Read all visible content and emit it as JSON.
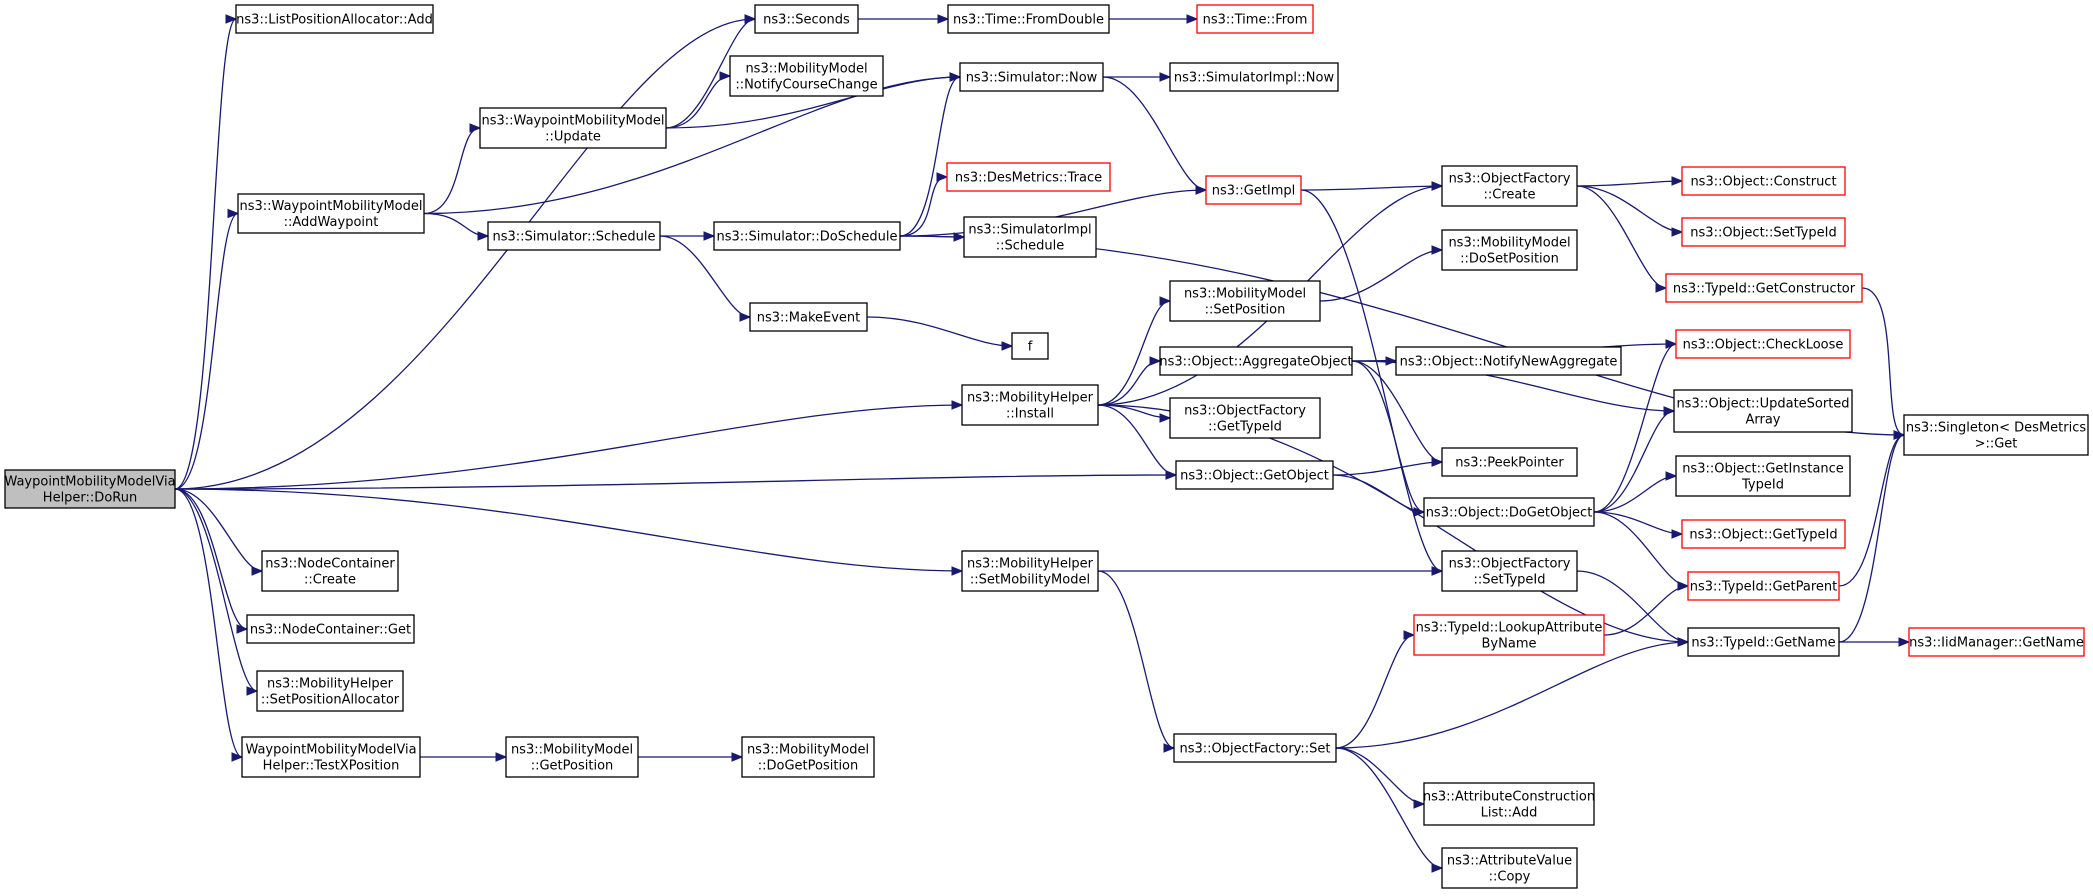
{
  "diagram": {
    "nodes": [
      {
        "id": "doRun",
        "lines": [
          "WaypointMobilityModelVia",
          "Helper::DoRun"
        ],
        "root": true
      },
      {
        "id": "listPosAdd",
        "lines": [
          "ns3::ListPositionAllocator::Add"
        ]
      },
      {
        "id": "seconds",
        "lines": [
          "ns3::Seconds"
        ]
      },
      {
        "id": "fromDouble",
        "lines": [
          "ns3::Time::FromDouble"
        ]
      },
      {
        "id": "timeFrom",
        "lines": [
          "ns3::Time::From"
        ],
        "red": true
      },
      {
        "id": "notifyCourse",
        "lines": [
          "ns3::MobilityModel",
          "::NotifyCourseChange"
        ]
      },
      {
        "id": "wpUpdate",
        "lines": [
          "ns3::WaypointMobilityModel",
          "::Update"
        ]
      },
      {
        "id": "simNow",
        "lines": [
          "ns3::Simulator::Now"
        ]
      },
      {
        "id": "implNow",
        "lines": [
          "ns3::SimulatorImpl::Now"
        ]
      },
      {
        "id": "addWaypoint",
        "lines": [
          "ns3::WaypointMobilityModel",
          "::AddWaypoint"
        ]
      },
      {
        "id": "desTrace",
        "lines": [
          "ns3::DesMetrics::Trace"
        ],
        "red": true
      },
      {
        "id": "getImpl",
        "lines": [
          "ns3::GetImpl"
        ],
        "red": true
      },
      {
        "id": "ofCreate",
        "lines": [
          "ns3::ObjectFactory",
          "::Create"
        ]
      },
      {
        "id": "objConstruct",
        "lines": [
          "ns3::Object::Construct"
        ],
        "red": true
      },
      {
        "id": "simSchedule",
        "lines": [
          "ns3::Simulator::Schedule"
        ]
      },
      {
        "id": "doSchedule",
        "lines": [
          "ns3::Simulator::DoSchedule"
        ]
      },
      {
        "id": "implSchedule",
        "lines": [
          "ns3::SimulatorImpl",
          "::Schedule"
        ]
      },
      {
        "id": "setTypeIdObj",
        "lines": [
          "ns3::Object::SetTypeId"
        ],
        "red": true
      },
      {
        "id": "doSetPosition",
        "lines": [
          "ns3::MobilityModel",
          "::DoSetPosition"
        ]
      },
      {
        "id": "getConstructor",
        "lines": [
          "ns3::TypeId::GetConstructor"
        ],
        "red": true
      },
      {
        "id": "setPosition",
        "lines": [
          "ns3::MobilityModel",
          "::SetPosition"
        ]
      },
      {
        "id": "makeEvent",
        "lines": [
          "ns3::MakeEvent"
        ]
      },
      {
        "id": "f",
        "lines": [
          "f"
        ]
      },
      {
        "id": "checkLoose",
        "lines": [
          "ns3::Object::CheckLoose"
        ],
        "red": true
      },
      {
        "id": "aggregate",
        "lines": [
          "ns3::Object::AggregateObject"
        ]
      },
      {
        "id": "notifyNewAgg",
        "lines": [
          "ns3::Object::NotifyNewAggregate"
        ]
      },
      {
        "id": "mhInstall",
        "lines": [
          "ns3::MobilityHelper",
          "::Install"
        ]
      },
      {
        "id": "updateSorted",
        "lines": [
          "ns3::Object::UpdateSorted",
          "Array"
        ]
      },
      {
        "id": "ofGetTypeId",
        "lines": [
          "ns3::ObjectFactory",
          "::GetTypeId"
        ]
      },
      {
        "id": "singletonGet",
        "lines": [
          "ns3::Singleton< DesMetrics",
          "  >::Get"
        ]
      },
      {
        "id": "getObject",
        "lines": [
          "ns3::Object::GetObject"
        ]
      },
      {
        "id": "peekPointer",
        "lines": [
          "ns3::PeekPointer"
        ]
      },
      {
        "id": "getInstanceTypeId",
        "lines": [
          "ns3::Object::GetInstance",
          "TypeId"
        ]
      },
      {
        "id": "doGetObject",
        "lines": [
          "ns3::Object::DoGetObject"
        ]
      },
      {
        "id": "objGetTypeId",
        "lines": [
          "ns3::Object::GetTypeId"
        ],
        "red": true
      },
      {
        "id": "ncCreate",
        "lines": [
          "ns3::NodeContainer",
          "::Create"
        ]
      },
      {
        "id": "mhSetMobility",
        "lines": [
          "ns3::MobilityHelper",
          "::SetMobilityModel"
        ]
      },
      {
        "id": "ofSetTypeId",
        "lines": [
          "ns3::ObjectFactory",
          "::SetTypeId"
        ]
      },
      {
        "id": "getParent",
        "lines": [
          "ns3::TypeId::GetParent"
        ],
        "red": true
      },
      {
        "id": "ncGet",
        "lines": [
          "ns3::NodeContainer::Get"
        ]
      },
      {
        "id": "lookupAttr",
        "lines": [
          "ns3::TypeId::LookupAttribute",
          "ByName"
        ],
        "red": true
      },
      {
        "id": "tidGetName",
        "lines": [
          "ns3::TypeId::GetName"
        ]
      },
      {
        "id": "iidGetName",
        "lines": [
          "ns3::IidManager::GetName"
        ],
        "red": true
      },
      {
        "id": "mhSetPosAlloc",
        "lines": [
          "ns3::MobilityHelper",
          "::SetPositionAllocator"
        ]
      },
      {
        "id": "testX",
        "lines": [
          "WaypointMobilityModelVia",
          "Helper::TestXPosition"
        ]
      },
      {
        "id": "mmGetPosition",
        "lines": [
          "ns3::MobilityModel",
          "::GetPosition"
        ]
      },
      {
        "id": "mmDoGetPosition",
        "lines": [
          "ns3::MobilityModel",
          "::DoGetPosition"
        ]
      },
      {
        "id": "ofSet",
        "lines": [
          "ns3::ObjectFactory::Set"
        ]
      },
      {
        "id": "acListAdd",
        "lines": [
          "ns3::AttributeConstruction",
          "List::Add"
        ]
      },
      {
        "id": "avCopy",
        "lines": [
          "ns3::AttributeValue",
          "::Copy"
        ]
      }
    ],
    "edges": [
      [
        "doRun",
        "listPosAdd"
      ],
      [
        "doRun",
        "seconds"
      ],
      [
        "doRun",
        "addWaypoint"
      ],
      [
        "doRun",
        "mhInstall"
      ],
      [
        "doRun",
        "getObject"
      ],
      [
        "doRun",
        "mhSetMobility"
      ],
      [
        "doRun",
        "ncCreate"
      ],
      [
        "doRun",
        "ncGet"
      ],
      [
        "doRun",
        "mhSetPosAlloc"
      ],
      [
        "doRun",
        "testX"
      ],
      [
        "seconds",
        "fromDouble"
      ],
      [
        "fromDouble",
        "timeFrom"
      ],
      [
        "wpUpdate",
        "seconds"
      ],
      [
        "wpUpdate",
        "notifyCourse"
      ],
      [
        "wpUpdate",
        "simNow"
      ],
      [
        "addWaypoint",
        "wpUpdate"
      ],
      [
        "addWaypoint",
        "simNow"
      ],
      [
        "addWaypoint",
        "simSchedule"
      ],
      [
        "simSchedule",
        "doSchedule"
      ],
      [
        "simSchedule",
        "makeEvent"
      ],
      [
        "doSchedule",
        "simNow"
      ],
      [
        "doSchedule",
        "singletonGet"
      ],
      [
        "doSchedule",
        "desTrace"
      ],
      [
        "doSchedule",
        "implSchedule"
      ],
      [
        "doSchedule",
        "getImpl"
      ],
      [
        "simNow",
        "implNow"
      ],
      [
        "simNow",
        "getImpl"
      ],
      [
        "getImpl",
        "ofCreate"
      ],
      [
        "getImpl",
        "ofSetTypeId"
      ],
      [
        "ofCreate",
        "objConstruct"
      ],
      [
        "ofCreate",
        "setTypeIdObj"
      ],
      [
        "ofCreate",
        "getConstructor"
      ],
      [
        "getConstructor",
        "singletonGet"
      ],
      [
        "makeEvent",
        "f"
      ],
      [
        "mhInstall",
        "ofCreate"
      ],
      [
        "mhInstall",
        "setPosition"
      ],
      [
        "mhInstall",
        "aggregate"
      ],
      [
        "mhInstall",
        "ofGetTypeId"
      ],
      [
        "mhInstall",
        "getObject"
      ],
      [
        "mhInstall",
        "tidGetName"
      ],
      [
        "setPosition",
        "doSetPosition"
      ],
      [
        "aggregate",
        "checkLoose"
      ],
      [
        "aggregate",
        "notifyNewAgg"
      ],
      [
        "aggregate",
        "updateSorted"
      ],
      [
        "aggregate",
        "peekPointer"
      ],
      [
        "aggregate",
        "doGetObject"
      ],
      [
        "getObject",
        "peekPointer"
      ],
      [
        "getObject",
        "doGetObject"
      ],
      [
        "doGetObject",
        "checkLoose"
      ],
      [
        "doGetObject",
        "updateSorted"
      ],
      [
        "doGetObject",
        "getInstanceTypeId"
      ],
      [
        "doGetObject",
        "objGetTypeId"
      ],
      [
        "doGetObject",
        "getParent"
      ],
      [
        "mhSetMobility",
        "ofSetTypeId"
      ],
      [
        "mhSetMobility",
        "ofSet"
      ],
      [
        "ofSetTypeId",
        "tidGetName"
      ],
      [
        "getParent",
        "singletonGet"
      ],
      [
        "lookupAttr",
        "getParent"
      ],
      [
        "tidGetName",
        "singletonGet"
      ],
      [
        "tidGetName",
        "iidGetName"
      ],
      [
        "testX",
        "mmGetPosition"
      ],
      [
        "mmGetPosition",
        "mmDoGetPosition"
      ],
      [
        "ofSet",
        "lookupAttr"
      ],
      [
        "ofSet",
        "tidGetName"
      ],
      [
        "ofSet",
        "acListAdd"
      ],
      [
        "ofSet",
        "avCopy"
      ]
    ]
  }
}
